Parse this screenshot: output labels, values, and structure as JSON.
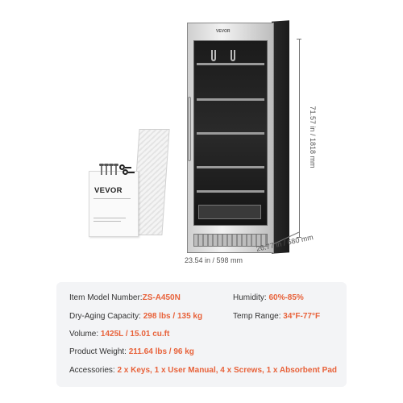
{
  "brand": {
    "logo": "VEVOR",
    "manual_logo": "VEVOR"
  },
  "dimensions": {
    "height": "71.57 in / 1818 mm",
    "width": "23.54 in / 598 mm",
    "depth": "26.77 in / 680 mm"
  },
  "specs": {
    "model": {
      "label": "Item Model Number:",
      "value": "ZS-A450N"
    },
    "capacity": {
      "label": "Dry-Aging Capacity: ",
      "value": "298 lbs / 135 kg"
    },
    "volume": {
      "label": "Volume: ",
      "value": "1425L / 15.01 cu.ft"
    },
    "weight": {
      "label": "Product Weight: ",
      "value": "211.64 lbs / 96 kg"
    },
    "humidity": {
      "label": "Humidity: ",
      "value": "60%-85%"
    },
    "temp": {
      "label": "Temp Range: ",
      "value": "34°F-77°F"
    },
    "accessories": {
      "label": "Accessories: ",
      "value": "2 x Keys, 1 x User Manual, 4 x Screws, 1 x Absorbent Pad"
    }
  },
  "colors": {
    "accent": "#e8623a",
    "card_bg": "#f3f4f6"
  }
}
